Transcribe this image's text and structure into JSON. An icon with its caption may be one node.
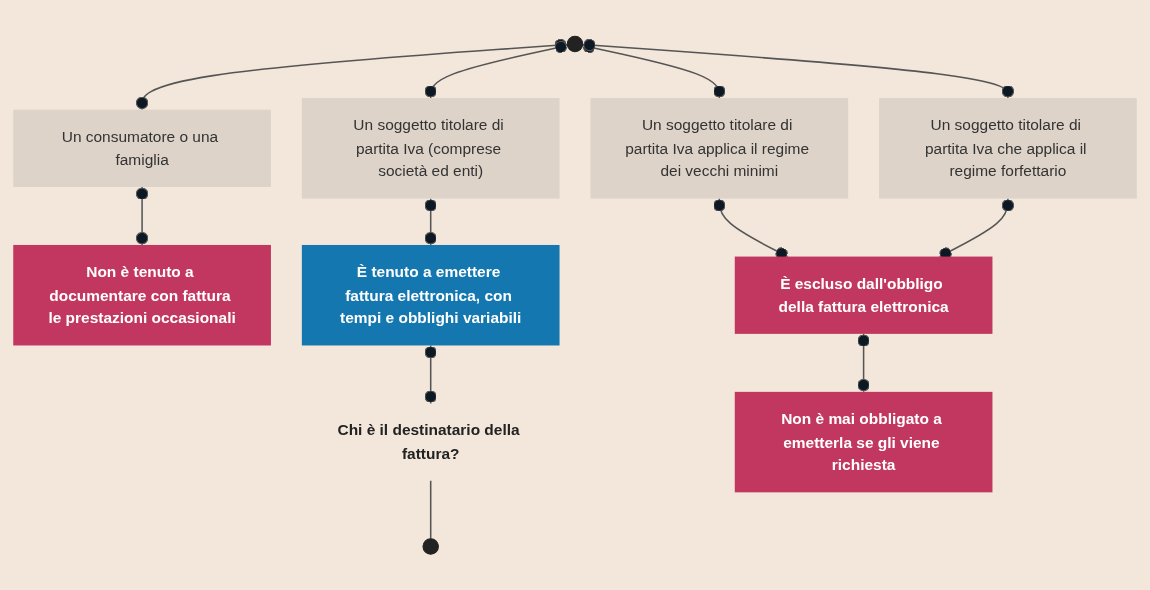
{
  "diagram": {
    "nodes": [
      {
        "text": [],
        "shape": "circle"
      },
      {
        "text": [
          "Un consumatore o una famiglia"
        ]
      },
      {
        "text": [
          "Un soggetto titolare di partita Iva (comprese società ed enti)"
        ]
      },
      {
        "text": [
          "Un soggetto titolare di partita Iva applica il regime dei vecchi minimi"
        ]
      },
      {
        "text": [
          "Un soggetto titolare di partita Iva che applica il regime forfettario"
        ]
      },
      {
        "text": [
          "Non è tenuto a documentare con fattura le prestazioni occasionali"
        ]
      },
      {
        "text": [
          "È tenuto a emettere fattura elettronica, con tempi e obblighi variabili"
        ]
      },
      {
        "text": [
          "È escluso dall'obbligo della fattura elettronica"
        ]
      },
      {
        "text": [
          "Chi è il destinatario della fattura?"
        ]
      },
      {
        "text": [
          "Non è mai obbligato a emetterla se gli viene richiesta"
        ]
      },
      {
        "text": [],
        "shape": "circle"
      }
    ],
    "edges": [
      {
        "from": 0,
        "to": 1,
        "arrow": "other"
      },
      {
        "from": 0,
        "to": 2,
        "arrow": "other"
      },
      {
        "from": 0,
        "to": 3,
        "arrow": "other"
      },
      {
        "from": 0,
        "to": 4,
        "arrow": "other"
      },
      {
        "from": 1,
        "to": 5,
        "arrow": "other"
      },
      {
        "from": 2,
        "to": 6,
        "arrow": "other"
      },
      {
        "from": 3,
        "to": 7,
        "arrow": "other"
      },
      {
        "from": 4,
        "to": 7,
        "arrow": "other"
      },
      {
        "from": 6,
        "to": 8,
        "arrow": "other"
      },
      {
        "from": 7,
        "to": 9,
        "arrow": "other"
      },
      {
        "from": 8,
        "to": 10,
        "arrow": "none"
      }
    ]
  }
}
